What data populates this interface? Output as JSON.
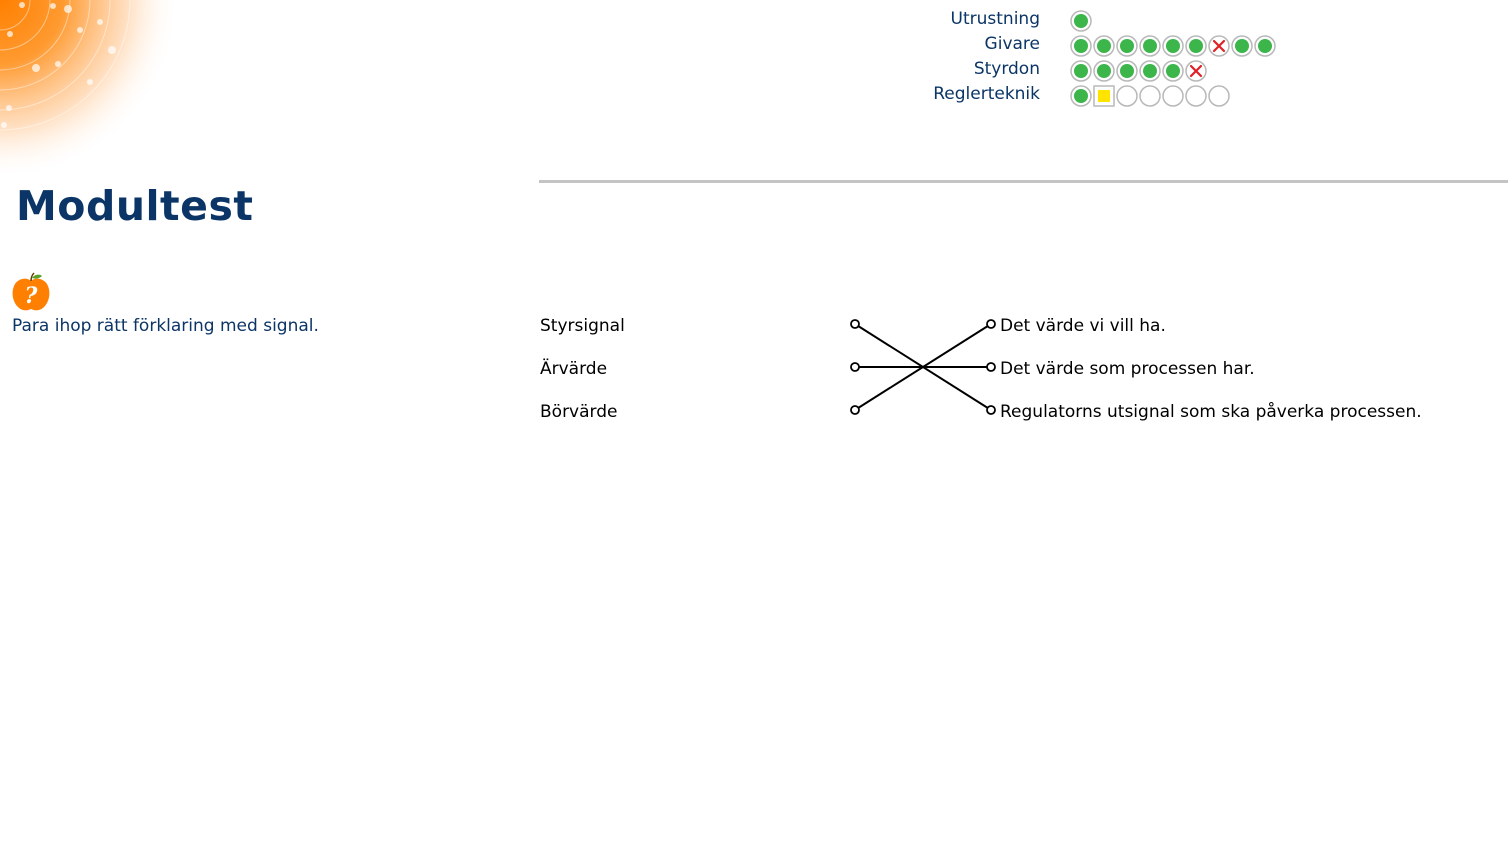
{
  "page": {
    "title": "Modultest",
    "instruction": "Para ihop rätt förklaring med signal."
  },
  "progress": [
    {
      "label": "Utrustning",
      "marks": [
        "correct"
      ]
    },
    {
      "label": "Givare",
      "marks": [
        "correct",
        "correct",
        "correct",
        "correct",
        "correct",
        "correct",
        "wrong",
        "correct",
        "correct"
      ]
    },
    {
      "label": "Styrdon",
      "marks": [
        "correct",
        "correct",
        "correct",
        "correct",
        "correct",
        "wrong"
      ]
    },
    {
      "label": "Reglerteknik",
      "marks": [
        "correct",
        "current",
        "empty",
        "empty",
        "empty",
        "empty",
        "empty"
      ]
    }
  ],
  "matching": {
    "left_items": [
      "Styrsignal",
      "Ärvärde",
      "Börvärde"
    ],
    "right_items": [
      "Det värde vi vill ha.",
      "Det värde som processen har.",
      "Regulatorns utsignal som ska påverka processen."
    ],
    "connections": [
      [
        0,
        2
      ],
      [
        1,
        1
      ],
      [
        2,
        0
      ]
    ]
  },
  "colors": {
    "accent": "#0b3566",
    "correct": "#3cb54a",
    "wrong": "#e01f26",
    "current": "#ffe400",
    "ring": "#b8b8b8",
    "orange": "#ff7f00"
  },
  "icons": {
    "help": "question-apple-icon",
    "correct": "green-dot-icon",
    "wrong": "red-cross-icon",
    "current": "yellow-square-icon",
    "empty": "empty-circle-icon"
  }
}
